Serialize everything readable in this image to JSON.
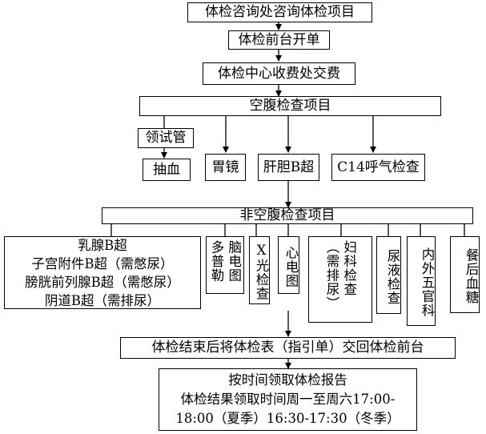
{
  "steps": {
    "consult": "体检咨询处咨询体检项目",
    "front_desk": "体检前台开单",
    "payment": "体检中心收费处交费"
  },
  "fasting": {
    "title": "空腹检查项目",
    "tube": "领试管",
    "items": [
      "抽血",
      "胃镜",
      "肝胆B超",
      "C14呼气检查"
    ]
  },
  "non_fasting": {
    "title": "非空腹检查项目",
    "ultrasound_lines": [
      "乳腺B超",
      "子宫附件B超（需憋尿）",
      "膀胱前列腺B超（需憋尿）",
      "阴道B超（需排尿）"
    ],
    "doppler": "多普勒",
    "eeg": "脑电图",
    "xray": "X光检查",
    "ecg": "心电图",
    "gyn_col1": "妇科检查",
    "gyn_col2": "（需排尿）",
    "urine": "尿液检查",
    "internal": "内外五官科",
    "postmeal": "餐后血糖"
  },
  "return_form": "体检结束后将体检表（指引单）交回体检前台",
  "report": {
    "line1": "按时间领取体检报告",
    "line2": "体检结果领取时间周一至周六17:00-",
    "line3": "18:00（夏季）16:30-17:30（冬季）"
  }
}
